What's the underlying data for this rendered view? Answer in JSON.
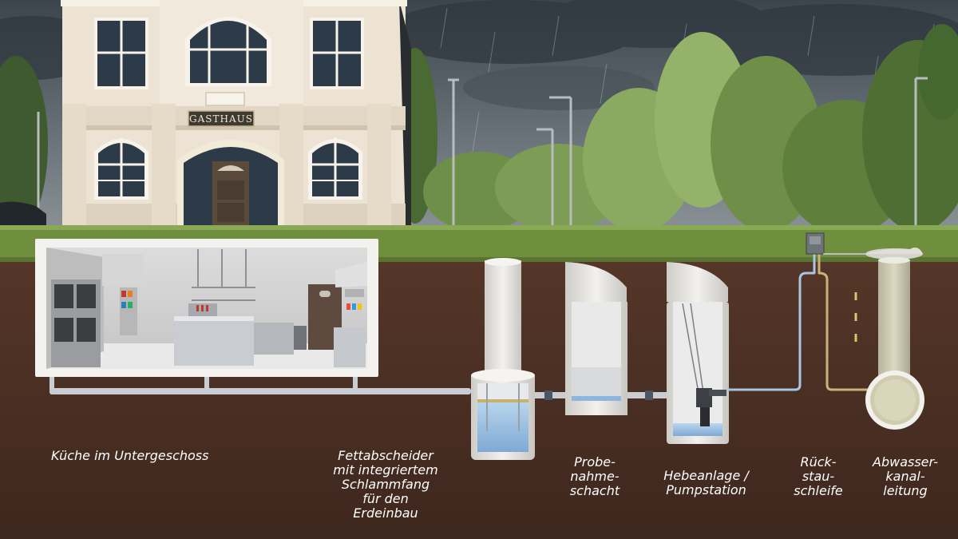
{
  "building": {
    "sign": "GASTHAUS"
  },
  "labels": {
    "kitchen": "Küche im Untergeschoss",
    "grease_separator": "Fettabscheider\nmit integriertem\nSchlammfang\nfür den\nErdeinbau",
    "sampling_shaft": "Probe-\nnahme-\nschacht",
    "pump_station": "Hebeanlage /\nPumpstation",
    "backflow_loop": "Rück-\nstau-\nschleife",
    "sewer_line": "Abwasser-\nkanal-\nleitung"
  },
  "colors": {
    "soil": "#4a2f24",
    "grass": "#6f8f3e",
    "sky": "#5e6770",
    "facade": "#ece3d4",
    "concrete": "#e6e4df",
    "water": "#9fc3e6",
    "pipe": "#c9ccd0",
    "pipe_backflow": "#a9c6e6",
    "pipe_vent": "#c9b27a"
  }
}
